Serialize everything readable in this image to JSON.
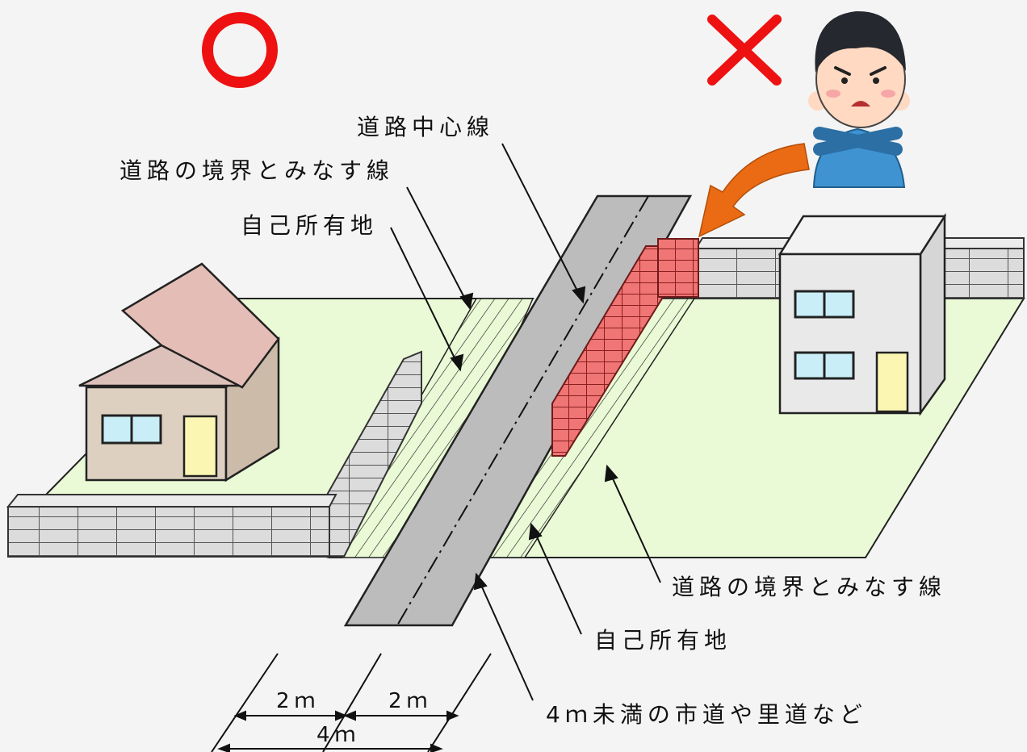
{
  "labels": {
    "center_line": "道路中心線",
    "boundary_left": "道路の境界とみなす線",
    "own_land_left": "自己所有地",
    "boundary_right": "道路の境界とみなす線",
    "own_land_right": "自己所有地",
    "road": "4ｍ未満の市道や里道など"
  },
  "dimensions": {
    "left_half": "2ｍ",
    "right_half": "2ｍ",
    "total": "4ｍ"
  },
  "marks": {
    "ok": "circle-ok-mark",
    "ng": "cross-ng-mark"
  },
  "colors": {
    "ok_mark": "#ee1111",
    "ng_mark": "#ee1111",
    "lawn": "#eafad6",
    "road": "#bcbcbc",
    "bad_wall": "#f07575",
    "arrow": "#ea6b14"
  }
}
